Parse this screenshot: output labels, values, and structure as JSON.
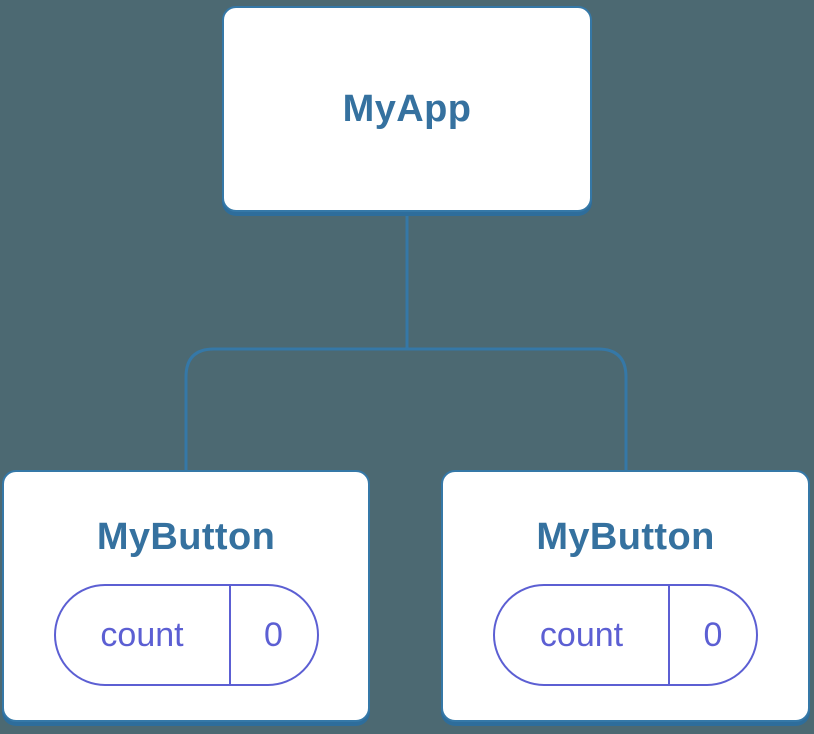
{
  "colors": {
    "background": "#4c6972",
    "node_background": "#ffffff",
    "node_border": "#3578a7",
    "node_bottom_shadow": "#2e6d9b",
    "node_label_text": "#35719f",
    "connector": "#3578a7",
    "state_accent": "#5c5fd3"
  },
  "tree": {
    "root": {
      "label": "MyApp"
    },
    "children": [
      {
        "label": "MyButton",
        "state": {
          "key": "count",
          "value": "0"
        }
      },
      {
        "label": "MyButton",
        "state": {
          "key": "count",
          "value": "0"
        }
      }
    ]
  }
}
